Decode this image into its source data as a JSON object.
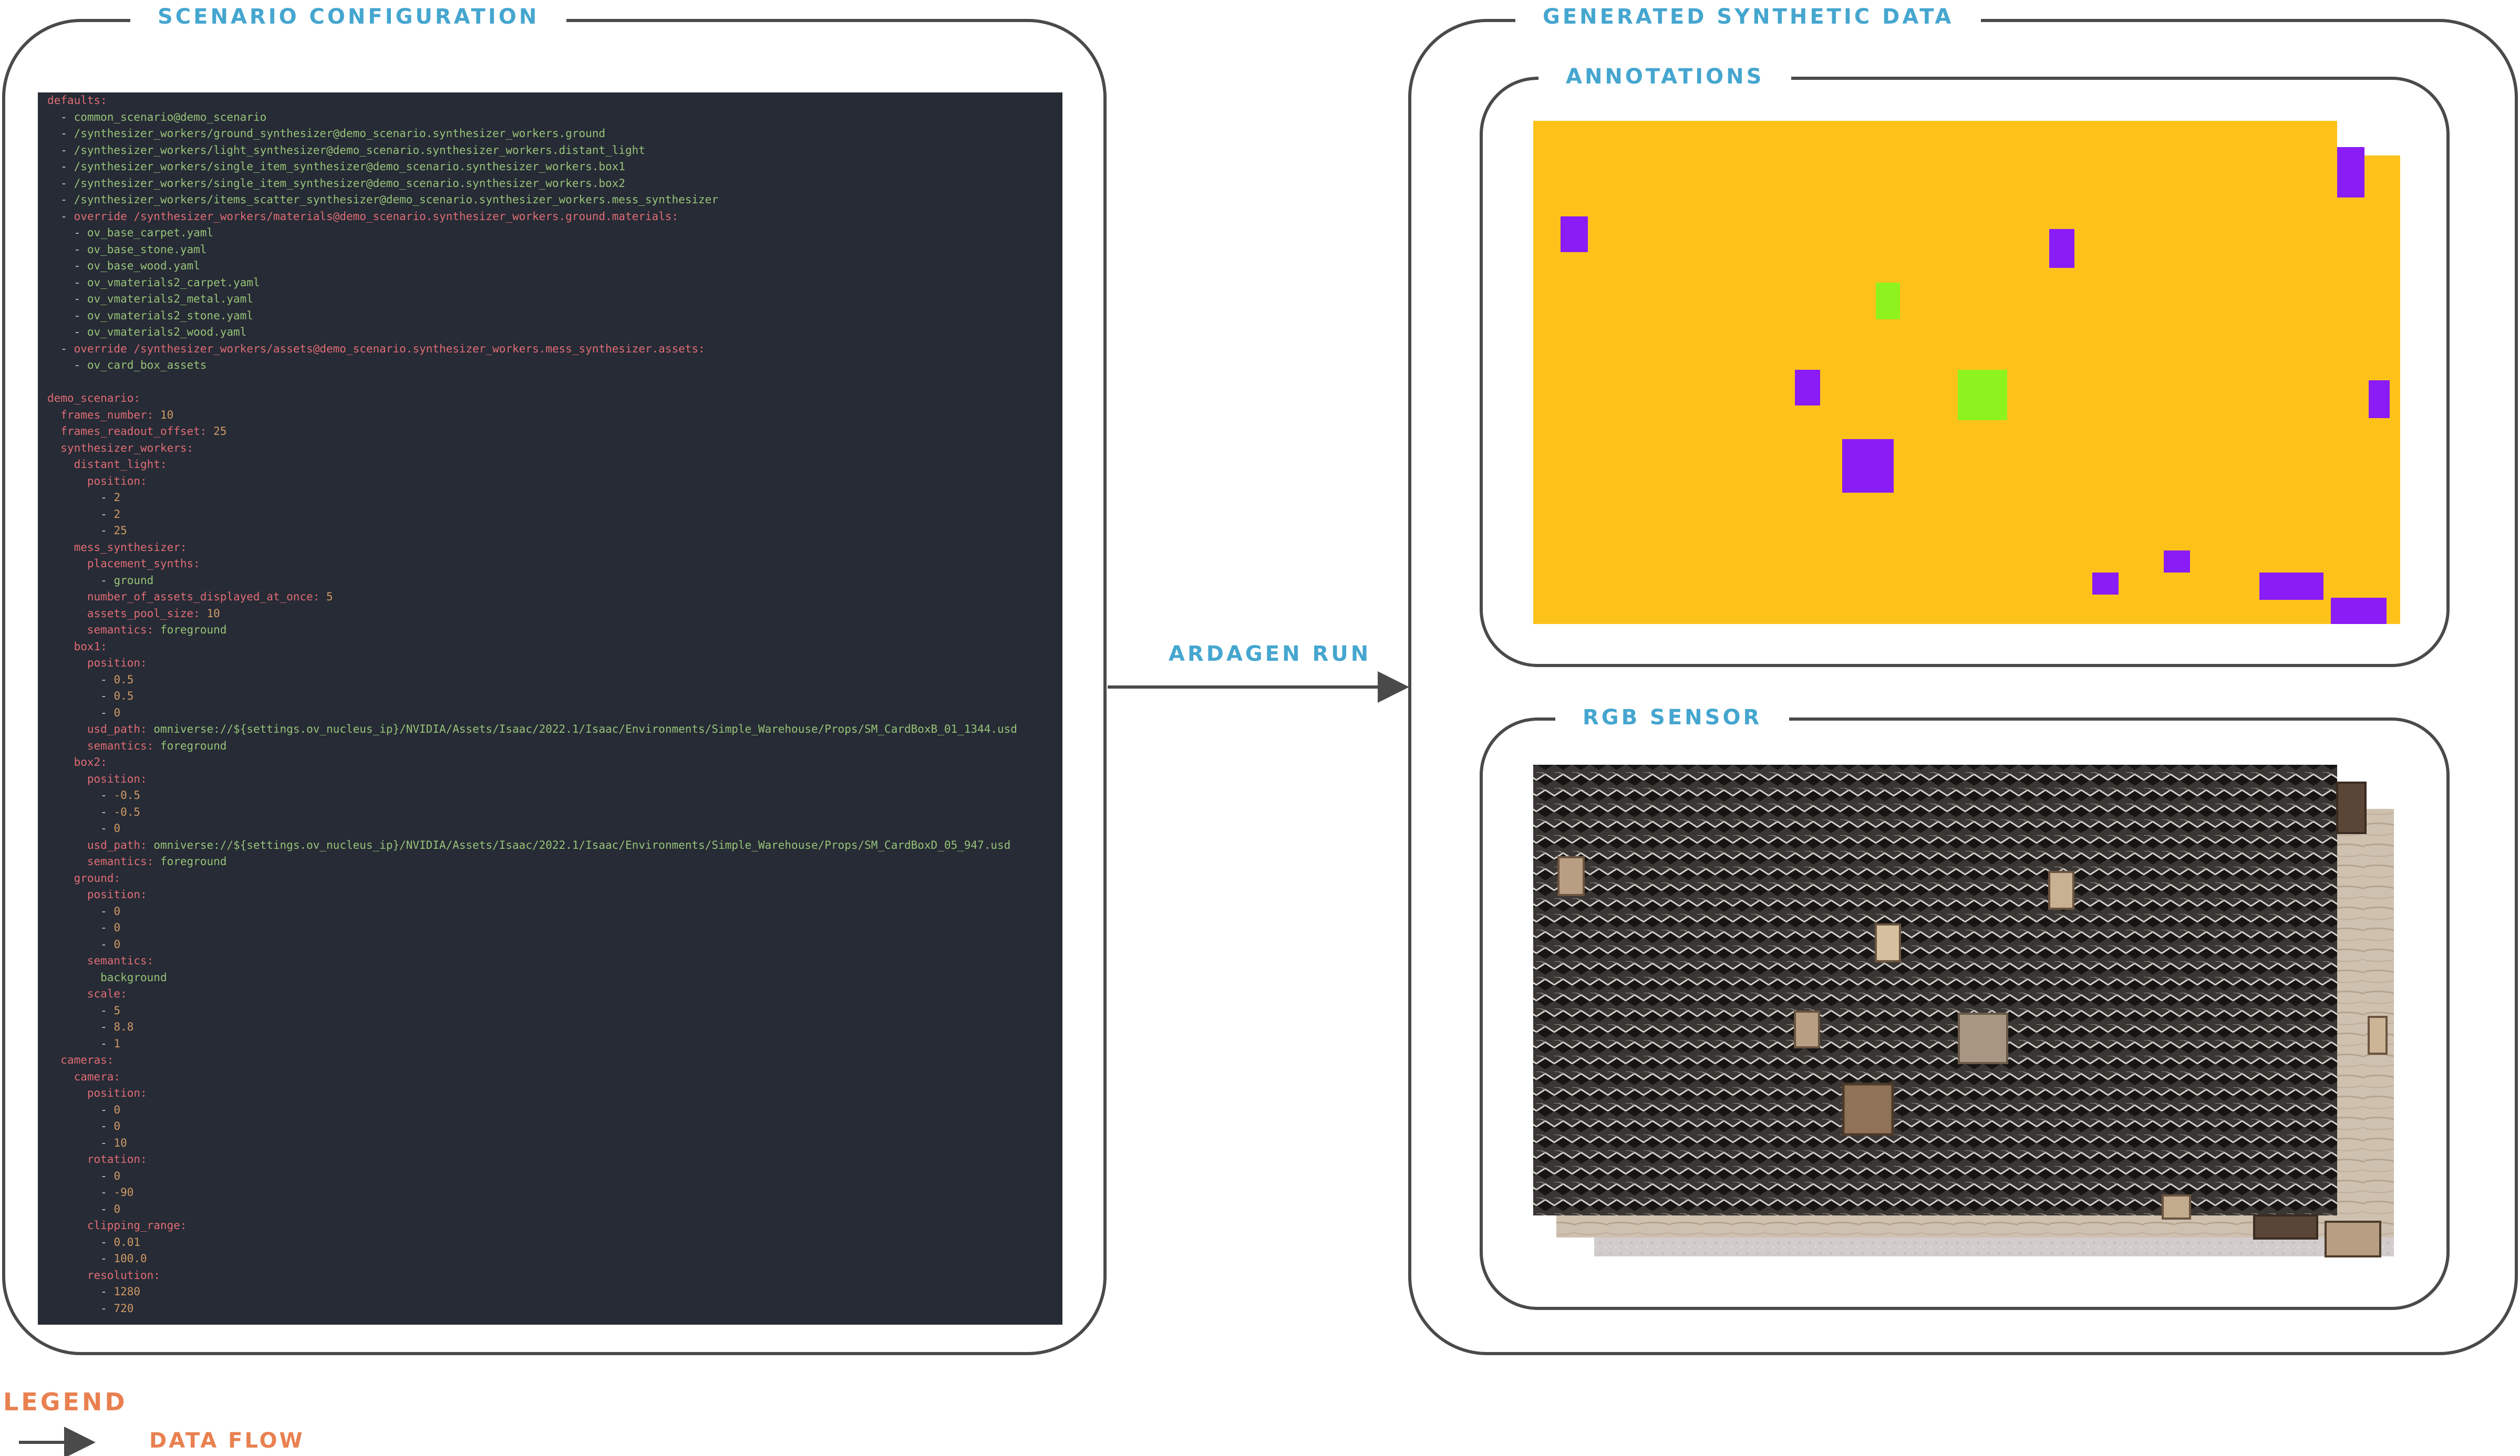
{
  "scenario_panel": {
    "title": "Scenario Configuration"
  },
  "output_panel": {
    "title": "Generated Synthetic Data"
  },
  "annotations_panel": {
    "title": "Annotations"
  },
  "rgb_panel": {
    "title": "RGB Sensor"
  },
  "flow_label": "ArDaGen Run",
  "legend": {
    "title": "Legend",
    "data_flow_label": "Data Flow"
  },
  "colors": {
    "panel_border": "#4a4a4a",
    "title_blue": "#45a6cf",
    "legend_orange": "#e98050",
    "code_background": "#262b35",
    "annotation_background": "#fdc21a",
    "annotation_foreground_box": "#8a1cf5",
    "annotation_foreground_box_green": "#8ef21e"
  },
  "code_lines": [
    [
      [
        "k",
        "defaults:"
      ]
    ],
    [
      [
        "p",
        "  - "
      ],
      [
        "s",
        "common_scenario@demo_scenario"
      ]
    ],
    [
      [
        "p",
        "  - "
      ],
      [
        "s",
        "/synthesizer_workers/ground_synthesizer@demo_scenario.synthesizer_workers.ground"
      ]
    ],
    [
      [
        "p",
        "  - "
      ],
      [
        "s",
        "/synthesizer_workers/light_synthesizer@demo_scenario.synthesizer_workers.distant_light"
      ]
    ],
    [
      [
        "p",
        "  - "
      ],
      [
        "s",
        "/synthesizer_workers/single_item_synthesizer@demo_scenario.synthesizer_workers.box1"
      ]
    ],
    [
      [
        "p",
        "  - "
      ],
      [
        "s",
        "/synthesizer_workers/single_item_synthesizer@demo_scenario.synthesizer_workers.box2"
      ]
    ],
    [
      [
        "p",
        "  - "
      ],
      [
        "s",
        "/synthesizer_workers/items_scatter_synthesizer@demo_scenario.synthesizer_workers.mess_synthesizer"
      ]
    ],
    [
      [
        "p",
        "  - "
      ],
      [
        "k",
        "override /synthesizer_workers/materials@demo_scenario.synthesizer_workers.ground.materials:"
      ]
    ],
    [
      [
        "p",
        "    - "
      ],
      [
        "s",
        "ov_base_carpet.yaml"
      ]
    ],
    [
      [
        "p",
        "    - "
      ],
      [
        "s",
        "ov_base_stone.yaml"
      ]
    ],
    [
      [
        "p",
        "    - "
      ],
      [
        "s",
        "ov_base_wood.yaml"
      ]
    ],
    [
      [
        "p",
        "    - "
      ],
      [
        "s",
        "ov_vmaterials2_carpet.yaml"
      ]
    ],
    [
      [
        "p",
        "    - "
      ],
      [
        "s",
        "ov_vmaterials2_metal.yaml"
      ]
    ],
    [
      [
        "p",
        "    - "
      ],
      [
        "s",
        "ov_vmaterials2_stone.yaml"
      ]
    ],
    [
      [
        "p",
        "    - "
      ],
      [
        "s",
        "ov_vmaterials2_wood.yaml"
      ]
    ],
    [
      [
        "p",
        "  - "
      ],
      [
        "k",
        "override /synthesizer_workers/assets@demo_scenario.synthesizer_workers.mess_synthesizer.assets:"
      ]
    ],
    [
      [
        "p",
        "    - "
      ],
      [
        "s",
        "ov_card_box_assets"
      ]
    ],
    [
      [
        "p",
        ""
      ]
    ],
    [
      [
        "k",
        "demo_scenario:"
      ]
    ],
    [
      [
        "p",
        "  "
      ],
      [
        "k",
        "frames_number:"
      ],
      [
        "p",
        " "
      ],
      [
        "n",
        "10"
      ]
    ],
    [
      [
        "p",
        "  "
      ],
      [
        "k",
        "frames_readout_offset:"
      ],
      [
        "p",
        " "
      ],
      [
        "n",
        "25"
      ]
    ],
    [
      [
        "p",
        "  "
      ],
      [
        "k",
        "synthesizer_workers:"
      ]
    ],
    [
      [
        "p",
        "    "
      ],
      [
        "k",
        "distant_light:"
      ]
    ],
    [
      [
        "p",
        "      "
      ],
      [
        "k",
        "position:"
      ]
    ],
    [
      [
        "p",
        "        - "
      ],
      [
        "n",
        "2"
      ]
    ],
    [
      [
        "p",
        "        - "
      ],
      [
        "n",
        "2"
      ]
    ],
    [
      [
        "p",
        "        - "
      ],
      [
        "n",
        "25"
      ]
    ],
    [
      [
        "p",
        "    "
      ],
      [
        "k",
        "mess_synthesizer:"
      ]
    ],
    [
      [
        "p",
        "      "
      ],
      [
        "k",
        "placement_synths:"
      ]
    ],
    [
      [
        "p",
        "        - "
      ],
      [
        "s",
        "ground"
      ]
    ],
    [
      [
        "p",
        "      "
      ],
      [
        "k",
        "number_of_assets_displayed_at_once:"
      ],
      [
        "p",
        " "
      ],
      [
        "n",
        "5"
      ]
    ],
    [
      [
        "p",
        "      "
      ],
      [
        "k",
        "assets_pool_size:"
      ],
      [
        "p",
        " "
      ],
      [
        "n",
        "10"
      ]
    ],
    [
      [
        "p",
        "      "
      ],
      [
        "k",
        "semantics:"
      ],
      [
        "p",
        " "
      ],
      [
        "s",
        "foreground"
      ]
    ],
    [
      [
        "p",
        "    "
      ],
      [
        "k",
        "box1:"
      ]
    ],
    [
      [
        "p",
        "      "
      ],
      [
        "k",
        "position:"
      ]
    ],
    [
      [
        "p",
        "        - "
      ],
      [
        "n",
        "0.5"
      ]
    ],
    [
      [
        "p",
        "        - "
      ],
      [
        "n",
        "0.5"
      ]
    ],
    [
      [
        "p",
        "        - "
      ],
      [
        "n",
        "0"
      ]
    ],
    [
      [
        "p",
        "      "
      ],
      [
        "k",
        "usd_path:"
      ],
      [
        "p",
        " "
      ],
      [
        "s",
        "omniverse://${settings.ov_nucleus_ip}/NVIDIA/Assets/Isaac/2022.1/Isaac/Environments/Simple_Warehouse/Props/SM_CardBoxB_01_1344.usd"
      ]
    ],
    [
      [
        "p",
        "      "
      ],
      [
        "k",
        "semantics:"
      ],
      [
        "p",
        " "
      ],
      [
        "s",
        "foreground"
      ]
    ],
    [
      [
        "p",
        "    "
      ],
      [
        "k",
        "box2:"
      ]
    ],
    [
      [
        "p",
        "      "
      ],
      [
        "k",
        "position:"
      ]
    ],
    [
      [
        "p",
        "        - "
      ],
      [
        "n",
        "-0.5"
      ]
    ],
    [
      [
        "p",
        "        - "
      ],
      [
        "n",
        "-0.5"
      ]
    ],
    [
      [
        "p",
        "        - "
      ],
      [
        "n",
        "0"
      ]
    ],
    [
      [
        "p",
        "      "
      ],
      [
        "k",
        "usd_path:"
      ],
      [
        "p",
        " "
      ],
      [
        "s",
        "omniverse://${settings.ov_nucleus_ip}/NVIDIA/Assets/Isaac/2022.1/Isaac/Environments/Simple_Warehouse/Props/SM_CardBoxD_05_947.usd"
      ]
    ],
    [
      [
        "p",
        "      "
      ],
      [
        "k",
        "semantics:"
      ],
      [
        "p",
        " "
      ],
      [
        "s",
        "foreground"
      ]
    ],
    [
      [
        "p",
        "    "
      ],
      [
        "k",
        "ground:"
      ]
    ],
    [
      [
        "p",
        "      "
      ],
      [
        "k",
        "position:"
      ]
    ],
    [
      [
        "p",
        "        - "
      ],
      [
        "n",
        "0"
      ]
    ],
    [
      [
        "p",
        "        - "
      ],
      [
        "n",
        "0"
      ]
    ],
    [
      [
        "p",
        "        - "
      ],
      [
        "n",
        "0"
      ]
    ],
    [
      [
        "p",
        "      "
      ],
      [
        "k",
        "semantics:"
      ]
    ],
    [
      [
        "p",
        "        "
      ],
      [
        "s",
        "background"
      ]
    ],
    [
      [
        "p",
        "      "
      ],
      [
        "k",
        "scale:"
      ]
    ],
    [
      [
        "p",
        "        - "
      ],
      [
        "n",
        "5"
      ]
    ],
    [
      [
        "p",
        "        - "
      ],
      [
        "n",
        "8.8"
      ]
    ],
    [
      [
        "p",
        "        - "
      ],
      [
        "n",
        "1"
      ]
    ],
    [
      [
        "p",
        "  "
      ],
      [
        "k",
        "cameras:"
      ]
    ],
    [
      [
        "p",
        "    "
      ],
      [
        "k",
        "camera:"
      ]
    ],
    [
      [
        "p",
        "      "
      ],
      [
        "k",
        "position:"
      ]
    ],
    [
      [
        "p",
        "        - "
      ],
      [
        "n",
        "0"
      ]
    ],
    [
      [
        "p",
        "        - "
      ],
      [
        "n",
        "0"
      ]
    ],
    [
      [
        "p",
        "        - "
      ],
      [
        "n",
        "10"
      ]
    ],
    [
      [
        "p",
        "      "
      ],
      [
        "k",
        "rotation:"
      ]
    ],
    [
      [
        "p",
        "        - "
      ],
      [
        "n",
        "0"
      ]
    ],
    [
      [
        "p",
        "        - "
      ],
      [
        "n",
        "-90"
      ]
    ],
    [
      [
        "p",
        "        - "
      ],
      [
        "n",
        "0"
      ]
    ],
    [
      [
        "p",
        "      "
      ],
      [
        "k",
        "clipping_range:"
      ]
    ],
    [
      [
        "p",
        "        - "
      ],
      [
        "n",
        "0.01"
      ]
    ],
    [
      [
        "p",
        "        - "
      ],
      [
        "n",
        "100.0"
      ]
    ],
    [
      [
        "p",
        "      "
      ],
      [
        "k",
        "resolution:"
      ]
    ],
    [
      [
        "p",
        "        - "
      ],
      [
        "n",
        "1280"
      ]
    ],
    [
      [
        "p",
        "        - "
      ],
      [
        "n",
        "720"
      ]
    ]
  ]
}
